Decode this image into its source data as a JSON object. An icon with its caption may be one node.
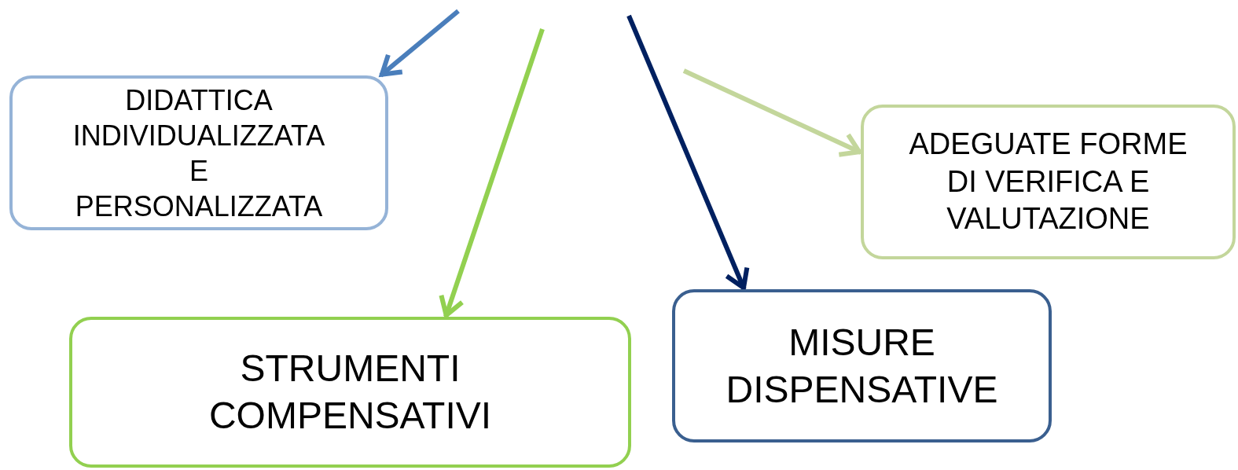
{
  "diagram": {
    "nodes": [
      {
        "text": [
          "DIDATTICA INDIVIDUALIZZATA E PERSONALIZZATA"
        ]
      },
      {
        "text": [
          "ADEGUATE FORME DI VERIFICA E VALUTAZIONE"
        ]
      },
      {
        "text": [
          "STRUMENTI COMPENSATIVI"
        ]
      },
      {
        "text": [
          "MISURE DISPENSATIVE"
        ]
      }
    ],
    "edges": [
      {
        "from": null,
        "to": 0,
        "arrow": "to",
        "color": "#4a7ebb"
      },
      {
        "from": null,
        "to": 2,
        "arrow": "to",
        "color": "#92d050"
      },
      {
        "from": null,
        "to": 3,
        "arrow": "to",
        "color": "#002060"
      },
      {
        "from": null,
        "to": 1,
        "arrow": "to",
        "color": "#c3d69b"
      }
    ]
  }
}
